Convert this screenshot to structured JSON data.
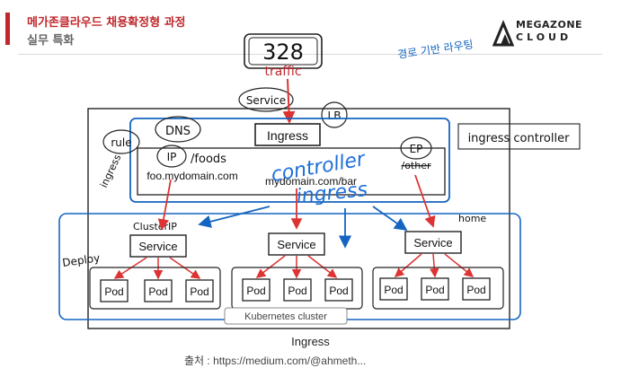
{
  "header": {
    "title": "메가존클라우드 채용확정형 과정",
    "subtitle": "실무 특화"
  },
  "logo": {
    "line1": "MEGAZONE",
    "line2": "CLOUD"
  },
  "diagram": {
    "ingress_box": "Ingress",
    "host_left": "foo.mydomain.com",
    "host_right": "mydomain.com/bar",
    "path_foods": "/foods",
    "path_other": "/other",
    "service_label": "Service",
    "pod_label": "Pod",
    "cluster_label": "Kubernetes cluster"
  },
  "annotations": {
    "traffic_count": "328",
    "traffic": "traffic",
    "service": "Service",
    "lb": "LB",
    "rule": "rule",
    "dns": "DNS",
    "ip": "IP",
    "ep": "EP",
    "controller": "controller",
    "ingress_blue": "ingress",
    "ingress_controller": "ingress controller",
    "ingress_side": "ingress",
    "cluster_ip": "ClusterIP",
    "home": "home",
    "deploy": "Deploy",
    "korean_note": "경로 기반 라우팅"
  },
  "caption": "Ingress",
  "source": "출처 : https://medium.com/@ahmeth..."
}
